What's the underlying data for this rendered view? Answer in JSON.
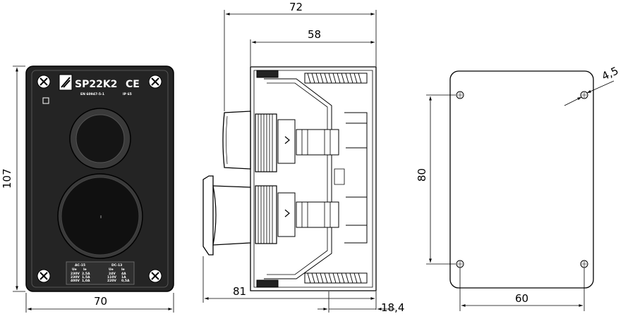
{
  "front_view": {
    "brand_label": "SP22K2",
    "ce_mark": "CE",
    "standard_label": "EN 60947-5-1",
    "ip_label": "IP 65",
    "rating_plate": {
      "ac_header": "AC-15",
      "dc_header": "DC-13",
      "ac_col1_head": "Ue",
      "ac_col2_head": "Ie",
      "dc_col1_head": "Ue",
      "dc_col2_head": "Ie",
      "ac_rows": [
        [
          "230V",
          "2,5A"
        ],
        [
          "230V",
          "1,5A"
        ],
        [
          "400V",
          "1,0A"
        ]
      ],
      "dc_rows": [
        [
          "24V",
          "4A"
        ],
        [
          "110V",
          "1A"
        ],
        [
          "220V",
          "0,5A"
        ]
      ]
    }
  },
  "dimensions": {
    "front_height": "107",
    "front_width": "70",
    "side_overall": "72",
    "side_body": "58",
    "side_depth_with_button": "81",
    "side_base": "18,4",
    "back_hole_spacing_v": "80",
    "back_hole_spacing_h": "60",
    "back_hole_dia": "4,5"
  }
}
